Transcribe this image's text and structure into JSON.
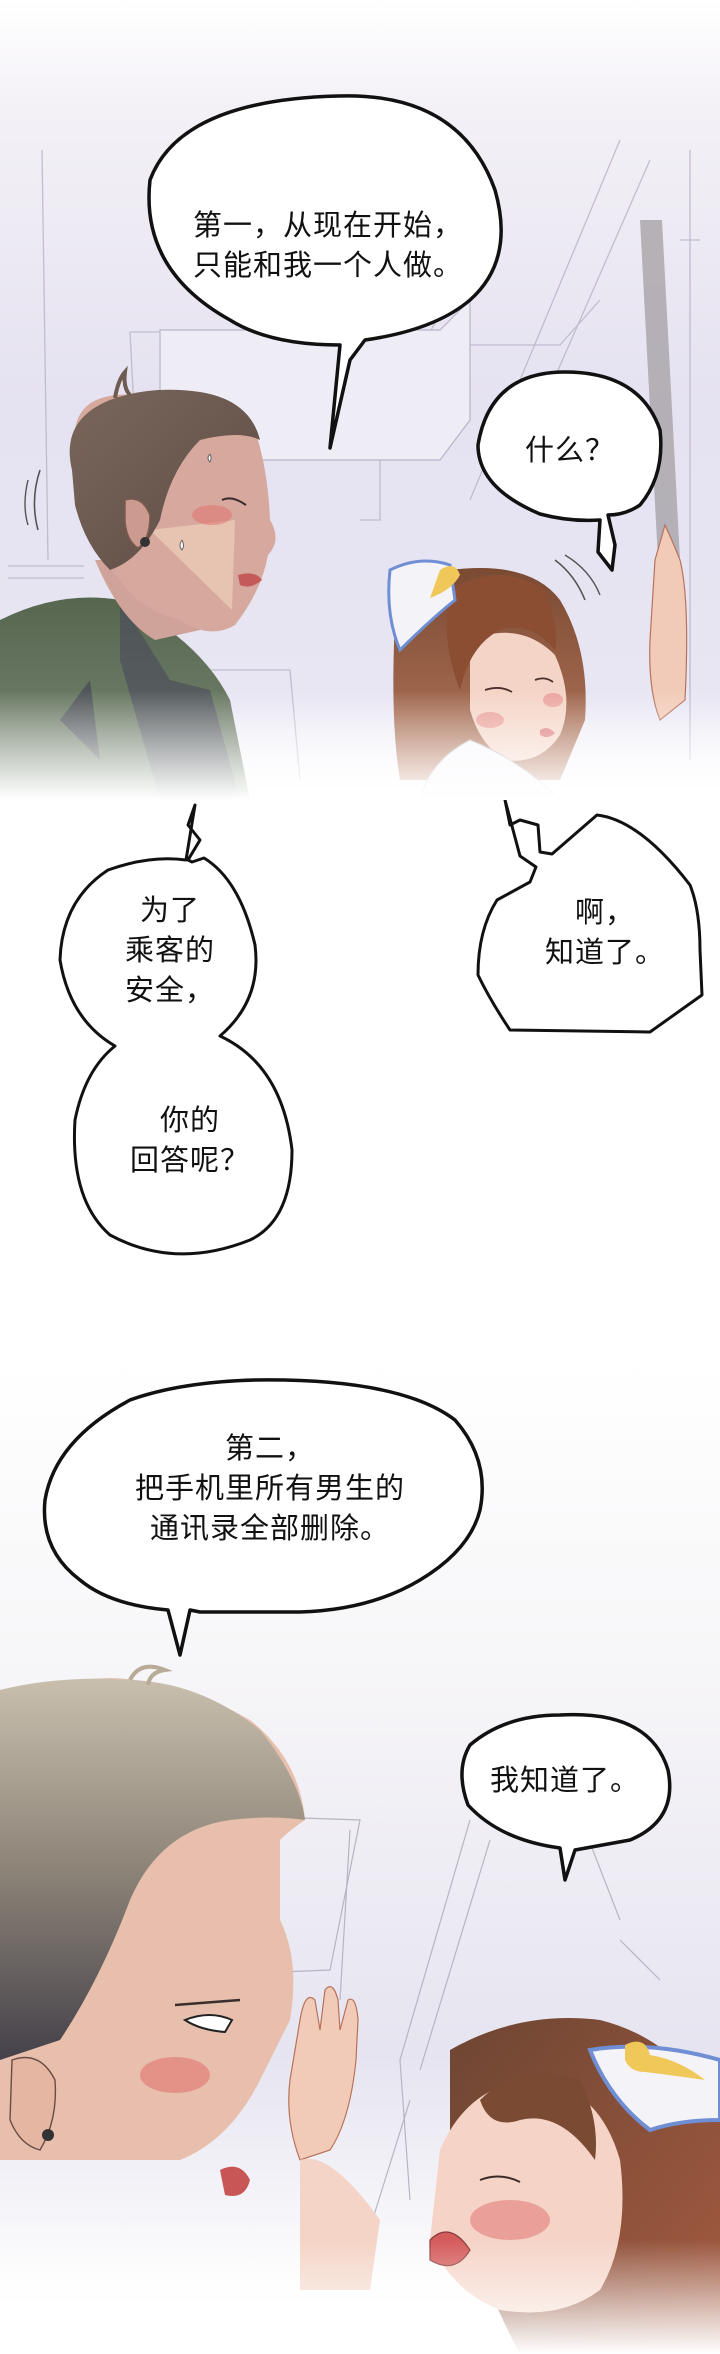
{
  "comic": {
    "panels": [
      {
        "id": "panel-1",
        "scene": "man in green shirt speaking to flight attendant in aircraft cabin",
        "bubbles": [
          {
            "speaker": "man",
            "lines": [
              "第一，从现在开始，",
              "只能和我一个人做。"
            ],
            "text": "第一，从现在开始，\n只能和我一个人做。"
          },
          {
            "speaker": "woman",
            "lines": [
              "什么？"
            ],
            "text": "什么？"
          }
        ]
      },
      {
        "id": "panel-2",
        "scene": "dialogue-only panel, white background",
        "bubbles": [
          {
            "speaker": "man",
            "lines": [
              "为了",
              "乘客的",
              "安全，"
            ],
            "text": "为了\n乘客的\n安全，"
          },
          {
            "speaker": "man",
            "lines": [
              "你的",
              "回答呢？"
            ],
            "text": "你的\n回答呢？"
          },
          {
            "speaker": "woman",
            "lines": [
              "啊，",
              "知道了。"
            ],
            "text": "啊，\n知道了。"
          }
        ]
      },
      {
        "id": "panel-3",
        "scene": "man close-up with flight attendant leaning against cabin wall",
        "bubbles": [
          {
            "speaker": "man",
            "lines": [
              "第二，",
              "把手机里所有男生的",
              "通讯录全部删除。"
            ],
            "text": "第二，\n把手机里所有男生的\n通讯录全部删除。"
          },
          {
            "speaker": "woman",
            "lines": [
              "我知道了。"
            ],
            "text": "我知道了。"
          }
        ]
      }
    ],
    "colors": {
      "cabin_bg": "#e6e3f1",
      "cabin_bg_light": "#f3f1f8",
      "man_hair": "#6e5b51",
      "man_skin": "#d9a899",
      "man_shirt": "#55654f",
      "woman_hair": "#8b4e33",
      "woman_skin": "#f4d2c3",
      "blush": "#e26c6c",
      "hat_white": "#f4f4f8",
      "hat_stripe": "#6f8ed4",
      "hat_badge": "#f0c85a",
      "man_hair_2": "#b7ab98",
      "skin_2": "#eec7b2",
      "bubble_stroke": "#111111",
      "bubble_fill": "#ffffff"
    }
  }
}
